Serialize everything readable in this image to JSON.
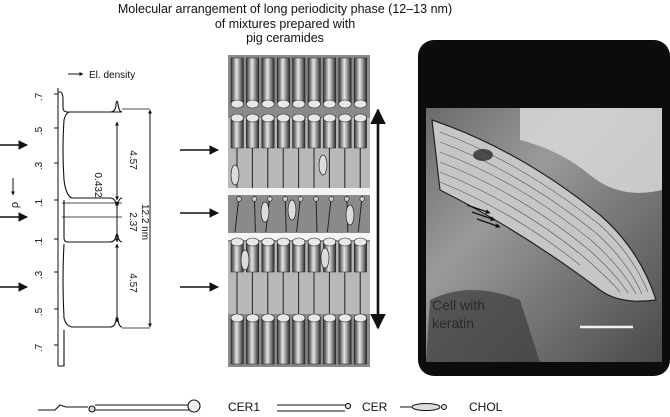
{
  "title": {
    "line1": "Molecular arrangement of long periodicity phase (12–13 nm)",
    "line2": "of mixtures prepared with",
    "line3": "pig ceramides"
  },
  "density_plot": {
    "density_label": "El. density",
    "left_ticks": [
      ".7",
      ".5",
      ".3",
      ".1",
      ".1",
      ".3",
      ".5",
      ".7"
    ],
    "rho_label": "ρ",
    "spacing_top": "4.57",
    "spacing_middle": "2.37",
    "spacing_bottom": "4.57",
    "offset": "0.432",
    "period": "12.2 nm"
  },
  "micrograph": {
    "overlay_text_line1": "Cell with",
    "overlay_text_line2": "keratin"
  },
  "legend": {
    "cer1": "CER1",
    "cer": "CER",
    "chol": "CHOL"
  },
  "colors": {
    "ink": "#111111",
    "lipid_band": "#b8b8b8",
    "frame": "#0c0c0c"
  }
}
